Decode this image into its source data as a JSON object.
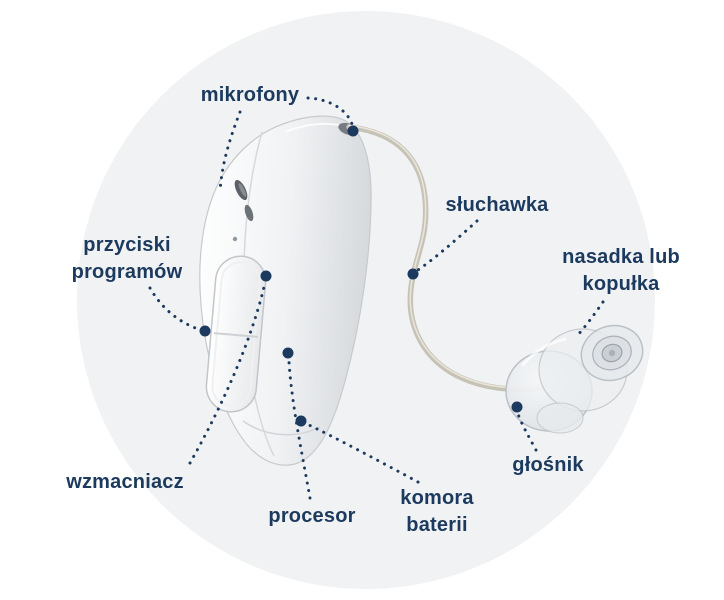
{
  "diagram": {
    "subject": "hearing-aid-parts-diagram",
    "colors": {
      "accent_navy": "#1c3a5e",
      "circle_background": "#f1f2f4",
      "device_body": "#f0f2f4",
      "tube": "#c7c2b6"
    },
    "labels": {
      "mikrofony": {
        "text": "mikrofony"
      },
      "sluchawka": {
        "text": "słuchawka"
      },
      "nasadka": {
        "line1": "nasadka lub",
        "line2": "kopułka"
      },
      "przyciski": {
        "line1": "przyciski",
        "line2": "programów"
      },
      "wzmacniacz": {
        "text": "wzmacniacz"
      },
      "procesor": {
        "text": "procesor"
      },
      "komora": {
        "line1": "komora",
        "line2": "baterii"
      },
      "glosnik": {
        "text": "głośnik"
      }
    }
  }
}
